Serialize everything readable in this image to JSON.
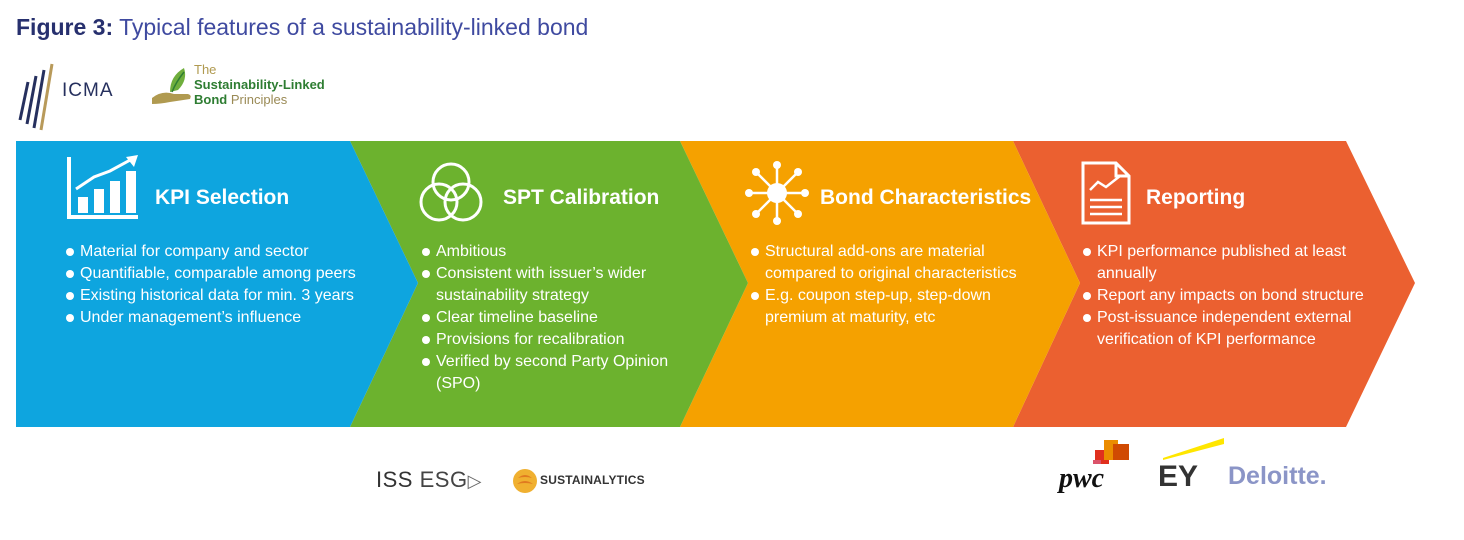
{
  "header": {
    "figure_label": "Figure 3:",
    "title": "Typical features of a sustainability-linked bond"
  },
  "top_logos": {
    "icma": "ICMA",
    "slbp_line1": "The",
    "slbp_line2": "Sustainability-Linked",
    "slbp_line3_a": "Bond",
    "slbp_line3_b": "Principles"
  },
  "colors": {
    "kpi": "#0ea5df",
    "spt": "#6cb22e",
    "bond": "#f5a100",
    "reporting": "#eb6030"
  },
  "stages": [
    {
      "title": "KPI Selection",
      "icon": "bar-chart-growth-icon",
      "bullets": [
        "Material for company and sector",
        "Quantifiable, comparable among peers",
        "Existing historical data for min. 3 years",
        "Under management’s influence"
      ]
    },
    {
      "title": "SPT Calibration",
      "icon": "venn-circles-icon",
      "bullets": [
        "Ambitious",
        "Consistent with issuer’s wider sustainability strategy",
        "Clear timeline baseline",
        "Provisions for recalibration",
        "Verified by second Party Opinion (SPO)"
      ]
    },
    {
      "title": "Bond Characteristics",
      "icon": "network-hub-icon",
      "bullets": [
        "Structural add-ons are material compared to original characteristics",
        "E.g. coupon step-up, step-down premium at maturity, etc"
      ]
    },
    {
      "title": "Reporting",
      "icon": "report-document-icon",
      "bullets": [
        "KPI performance published at least annually",
        "Report any impacts on bond structure",
        "Post-issuance independent external verification of KPI performance"
      ]
    }
  ],
  "bottom_logos": {
    "iss_a": "ISS",
    "iss_b": "ESG",
    "sustainalytics": "SUSTAINALYTICS",
    "pwc": "pwc",
    "ey": "EY",
    "deloitte": "Deloitte."
  }
}
